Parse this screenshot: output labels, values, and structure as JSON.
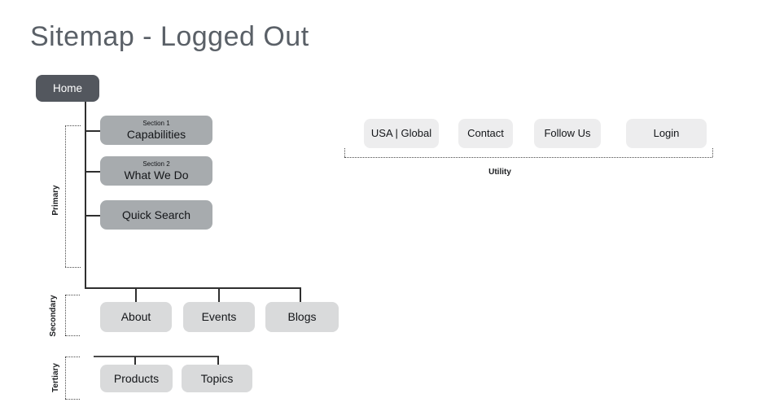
{
  "title": "Sitemap - Logged Out",
  "home": {
    "label": "Home"
  },
  "primary": {
    "bracket_label": "Primary",
    "nodes": [
      {
        "section": "Section 1",
        "label": "Capabilities"
      },
      {
        "section": "Section 2",
        "label": "What We Do"
      },
      {
        "section": "",
        "label": "Quick Search"
      }
    ]
  },
  "secondary": {
    "bracket_label": "Secondary",
    "nodes": [
      {
        "label": "About"
      },
      {
        "label": "Events"
      },
      {
        "label": "Blogs"
      }
    ]
  },
  "tertiary": {
    "bracket_label": "Tertiary",
    "nodes": [
      {
        "label": "Products"
      },
      {
        "label": "Topics"
      }
    ]
  },
  "utility": {
    "bracket_label": "Utility",
    "nodes": [
      {
        "label": "USA | Global"
      },
      {
        "label": "Contact"
      },
      {
        "label": "Follow Us"
      },
      {
        "label": "Login"
      }
    ]
  },
  "colors": {
    "home_fill": "#53575e",
    "home_text": "#ffffff",
    "primary_fill": "#a7abae",
    "secondary_fill": "#d9dadb",
    "utility_fill": "#ededee",
    "title_text": "#5a6067",
    "connector_line": "#2f2f2f",
    "bracket_dotted": "#4a4a4a"
  }
}
